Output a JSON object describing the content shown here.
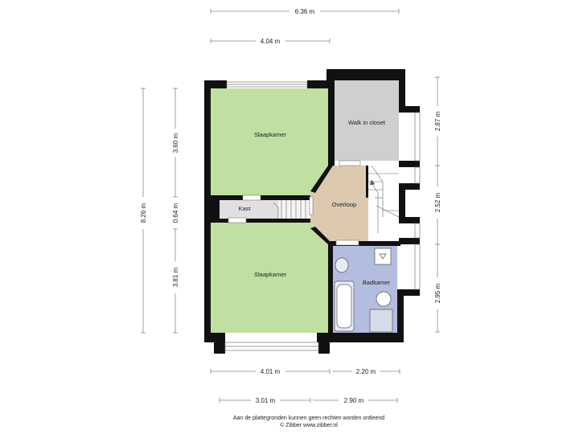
{
  "rooms": {
    "bedroom_top": "Slaapkamer",
    "closet": "Walk in closet",
    "kast": "Kast",
    "landing": "Overloop",
    "bedroom_bottom": "Slaapkamer",
    "bathroom": "Badkamer"
  },
  "dimensions": {
    "top_total": "6.36 m",
    "top_inner": "4.04 m",
    "left_total": "8.26 m",
    "left_top": "3.60 m",
    "left_mid": "0.64 m",
    "left_bottom": "3.81 m",
    "right_top": "2.87 m",
    "right_mid": "2.52 m",
    "right_bottom": "2.95 m",
    "bottom_left_inner": "4.01 m",
    "bottom_right_inner": "2.20 m",
    "bottom_left_outer": "3.01 m",
    "bottom_right_outer": "2.90 m"
  },
  "footer": {
    "disclaimer": "Aan de plattegronden kunnen geen rechten worden ontleend",
    "credit": "© Zibber www.zibber.nl"
  },
  "colors": {
    "bedroom": "#bfe0a0",
    "closet": "#cfcfcf",
    "landing": "#dcc9b0",
    "bathroom": "#b3bde0",
    "hall": "#e0e0e0",
    "wall": "#111111"
  }
}
